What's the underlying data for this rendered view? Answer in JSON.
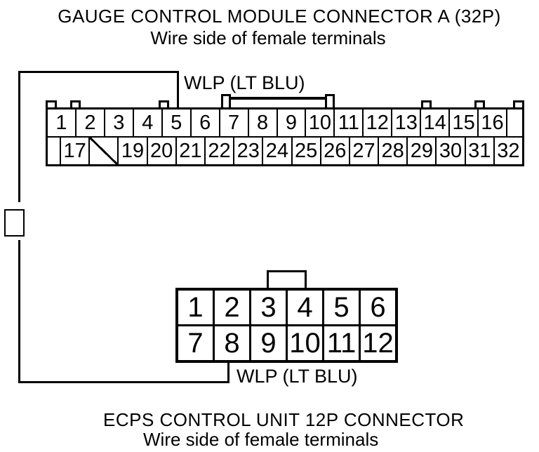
{
  "colors": {
    "ink": "#000000",
    "paper": "#ffffff"
  },
  "header": {
    "title": "GAUGE CONTROL MODULE CONNECTOR A (32P)",
    "subtitle": "Wire side of female terminals"
  },
  "gauge_connector": {
    "wire_label": "WLP (LT BLU)",
    "pins_top": [
      "1",
      "2",
      "3",
      "4",
      "5",
      "6",
      "7",
      "8",
      "9",
      "10",
      "11",
      "12",
      "13",
      "14",
      "15",
      "16"
    ],
    "pins_bottom": [
      "17",
      "",
      "19",
      "20",
      "21",
      "22",
      "23",
      "24",
      "25",
      "26",
      "27",
      "28",
      "29",
      "30",
      "31",
      "32"
    ]
  },
  "ecps_connector": {
    "wire_label": "WLP (LT BLU)",
    "pins_top": [
      "1",
      "2",
      "3",
      "4",
      "5",
      "6"
    ],
    "pins_bottom": [
      "7",
      "8",
      "9",
      "10",
      "11",
      "12"
    ]
  },
  "footer": {
    "title": "ECPS CONTROL UNIT 12P CONNECTOR",
    "subtitle": "Wire side of female terminals"
  }
}
